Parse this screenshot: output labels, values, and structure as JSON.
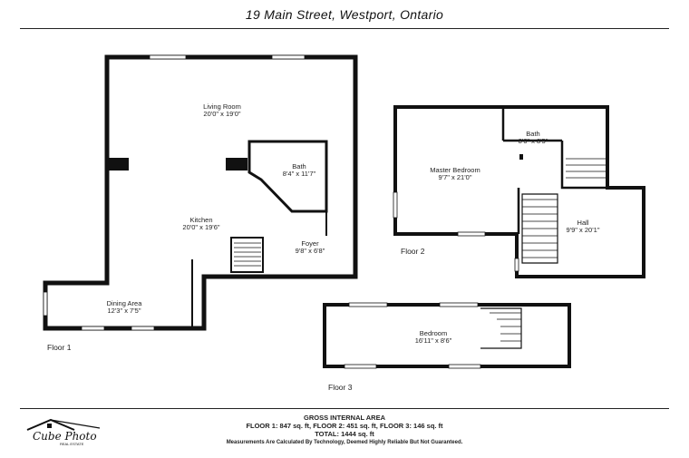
{
  "header": {
    "title": "19 Main Street, Westport, Ontario"
  },
  "rooms": {
    "living_room": {
      "name": "Living Room",
      "dims": "20'0\" x 19'0\""
    },
    "bath1": {
      "name": "Bath",
      "dims": "8'4\" x 11'7\""
    },
    "kitchen": {
      "name": "Kitchen",
      "dims": "20'0\" x 19'6\""
    },
    "foyer": {
      "name": "Foyer",
      "dims": "9'8\" x 6'8\""
    },
    "dining": {
      "name": "Dining Area",
      "dims": "12'3\" x 7'5\""
    },
    "master": {
      "name": "Master Bedroom",
      "dims": "9'7\" x 21'0\""
    },
    "bath2": {
      "name": "Bath",
      "dims": "8'6\" x 8'5\""
    },
    "hall": {
      "name": "Hall",
      "dims": "9'9\" x 20'1\""
    },
    "bedroom": {
      "name": "Bedroom",
      "dims": "16'11\" x 8'6\""
    }
  },
  "floors": {
    "floor1": "Floor 1",
    "floor2": "Floor 2",
    "floor3": "Floor 3"
  },
  "footer": {
    "heading": "GROSS INTERNAL AREA",
    "line1": "FLOOR 1: 847 sq. ft, FLOOR 2: 451 sq. ft, FLOOR 3: 146 sq. ft",
    "line2": "TOTAL: 1444 sq. ft",
    "disclaimer": "Measurements Are Calculated By Technology, Deemed Highly Reliable But Not Guaranteed."
  },
  "logo": {
    "script": "Cube Photo",
    "tagline": "REAL ESTATE"
  }
}
